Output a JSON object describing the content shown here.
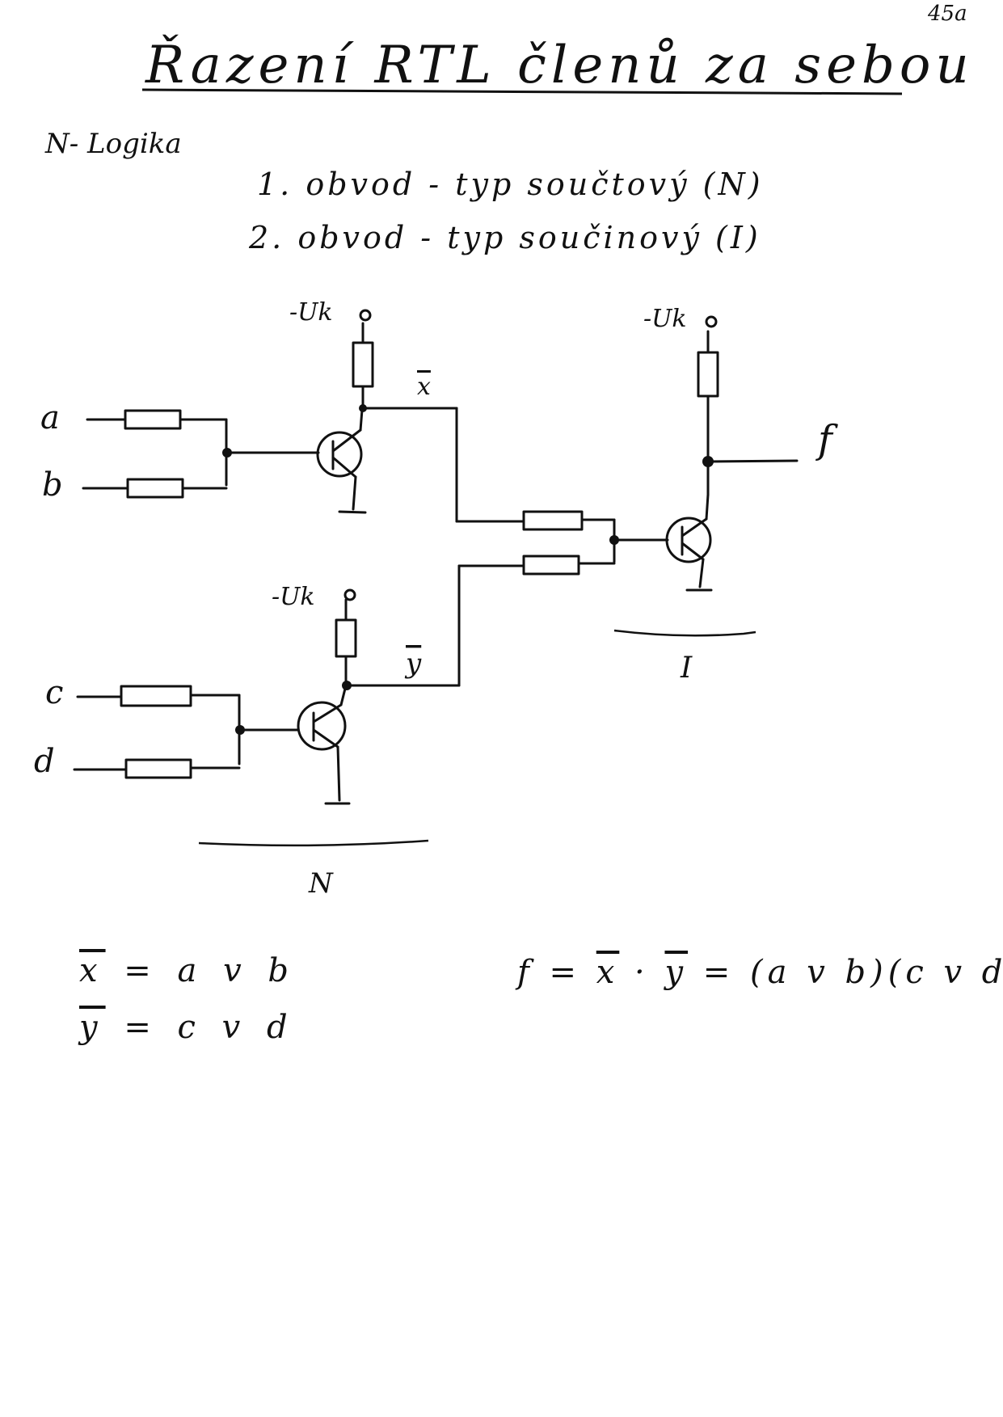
{
  "page_number": "45a",
  "title": "Řazení RTL členů za sebou",
  "heading": "N- Logika",
  "circuit_types": [
    {
      "label": "1. obvod - typ součtový (N)"
    },
    {
      "label": "2. obvod - typ součinový (I)"
    }
  ],
  "diagram": {
    "inputs": [
      "a",
      "b",
      "c",
      "d"
    ],
    "supply_label": "-Uk",
    "x_node": "x",
    "y_node": "y",
    "output": "f",
    "group_n": "N",
    "group_i": "I"
  },
  "equations": {
    "x_lhs": "x",
    "x_rhs": "= a v b",
    "y_lhs": "y",
    "y_rhs": "= c v d",
    "f_a": "f = ",
    "f_x": "x",
    "f_dot": " · ",
    "f_y": "y",
    "f_b": " = (a v b)(c v d)"
  }
}
